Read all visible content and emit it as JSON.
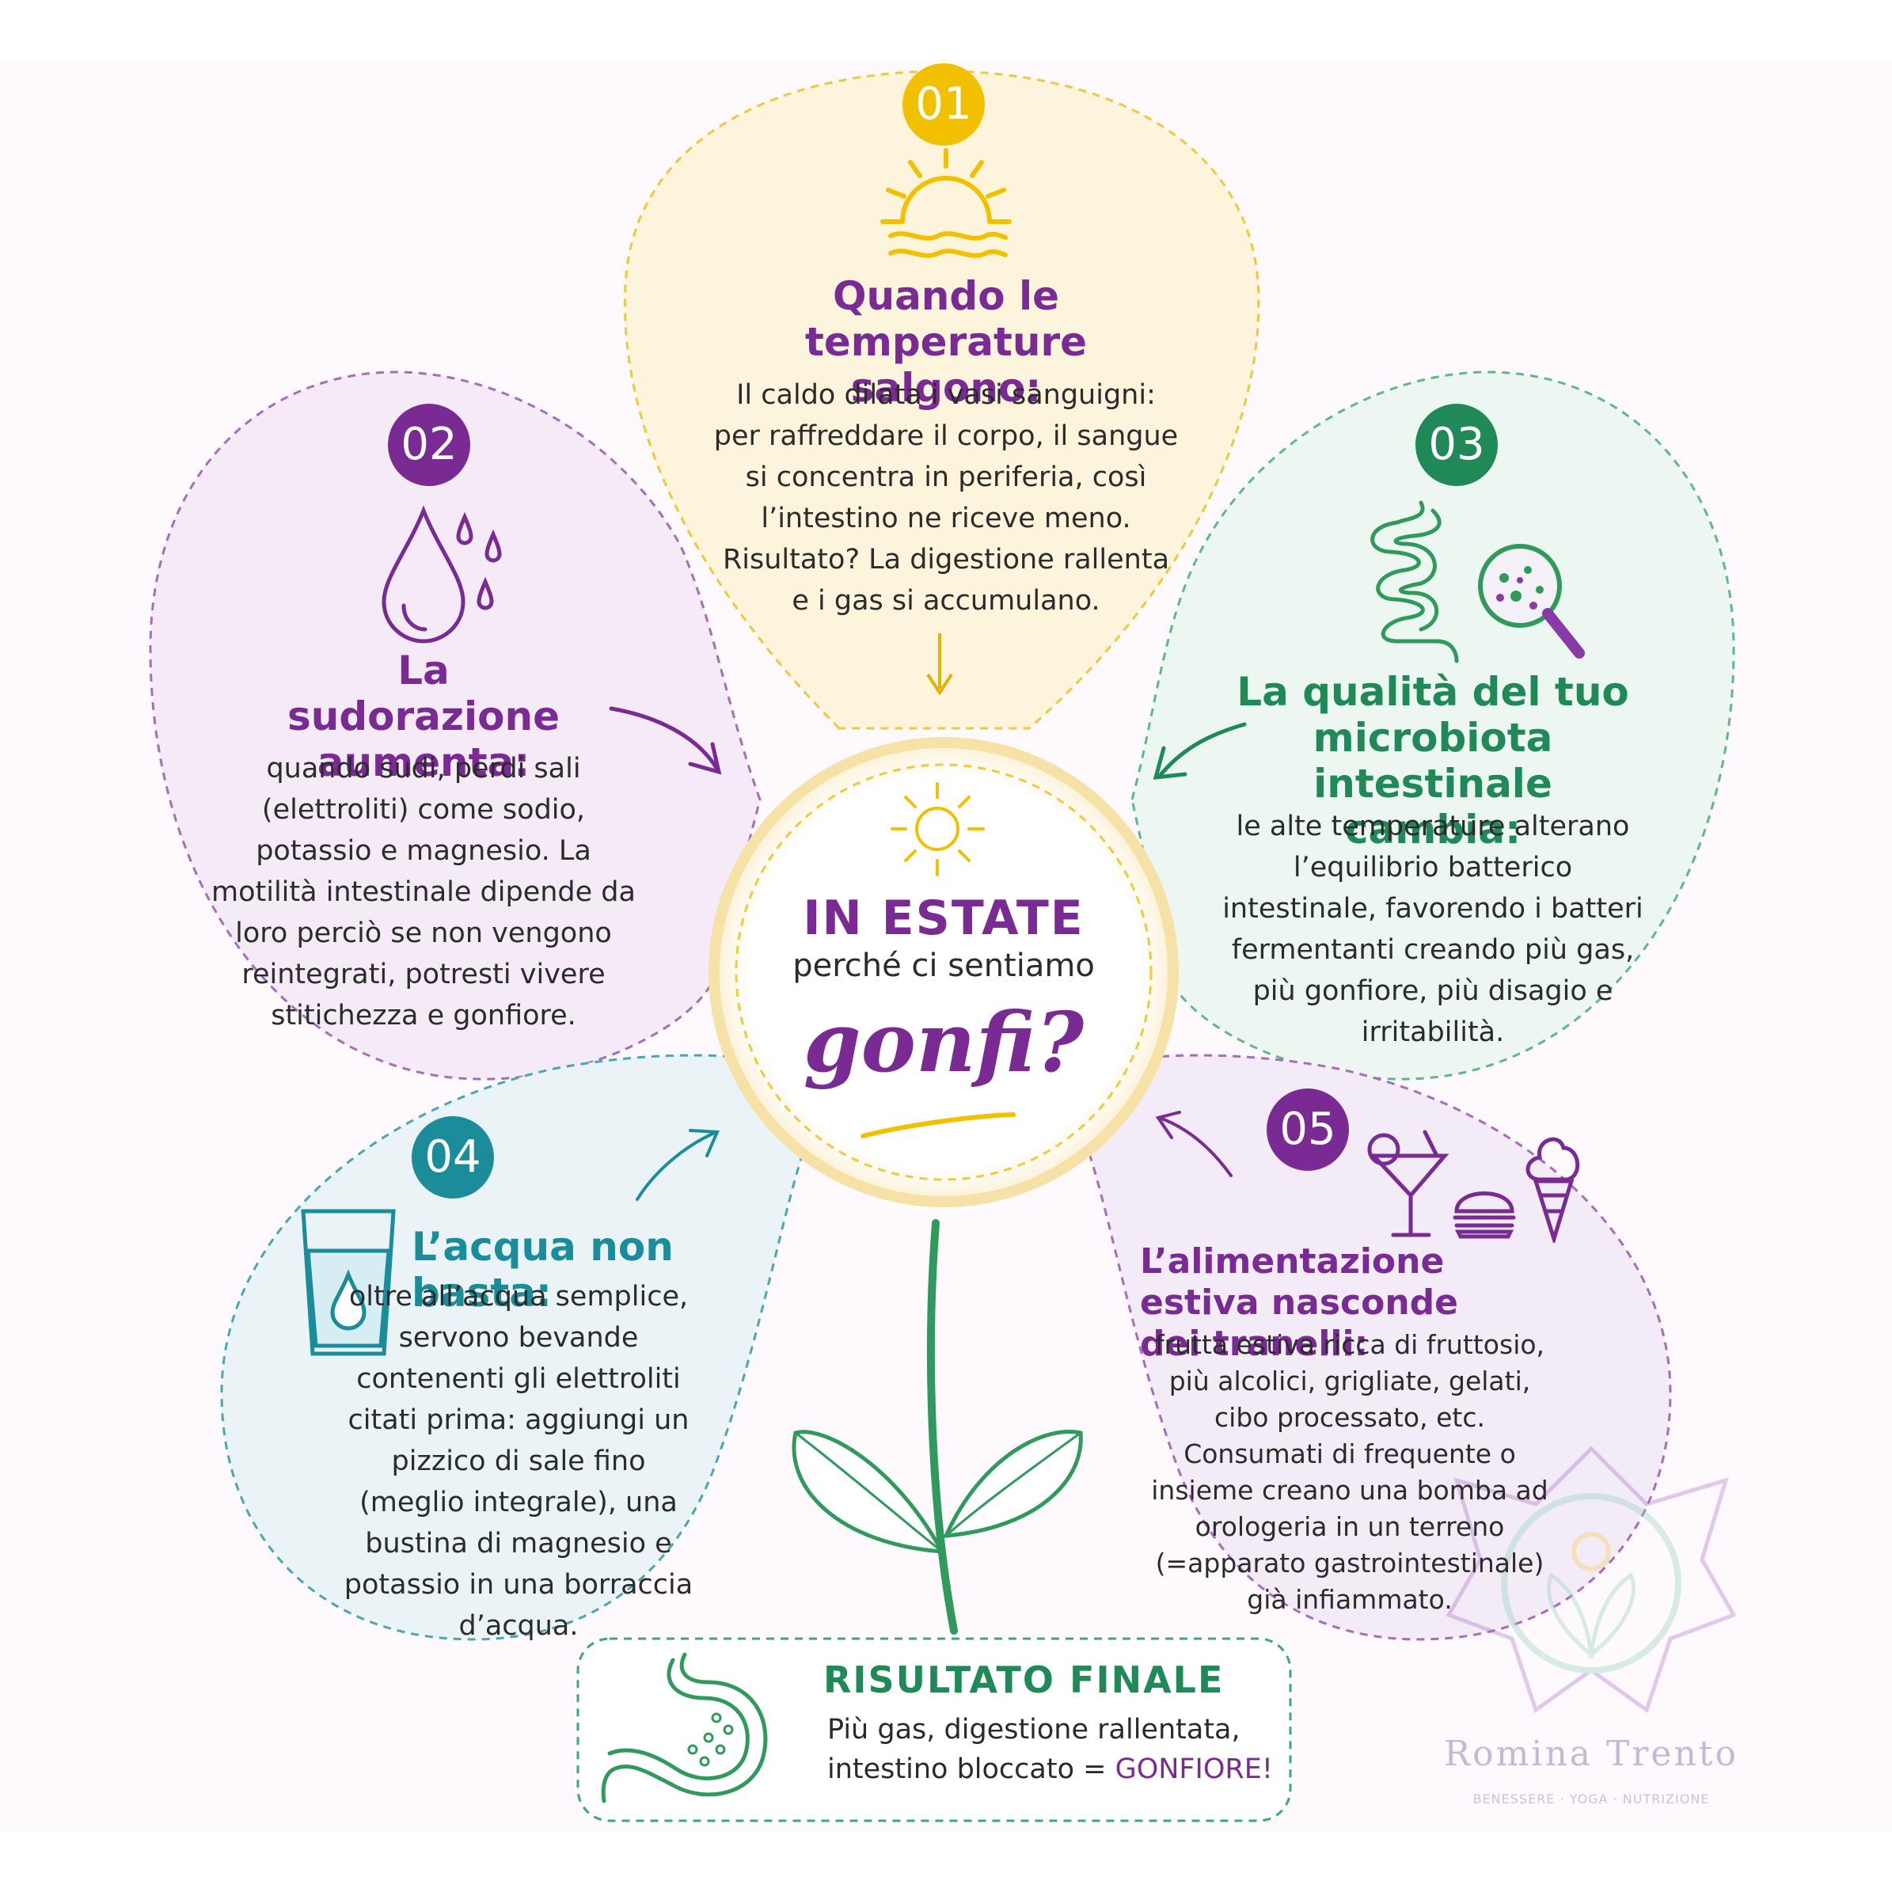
{
  "center": {
    "line1": "IN ESTATE",
    "line2": "perché ci sentiamo",
    "line3": "gonfi?"
  },
  "petals": [
    {
      "number": "01",
      "title": "Quando le temperature salgono:",
      "body": "Il caldo dilata i vasi sanguigni: per raffreddare il corpo, il sangue si concentra in periferia, così l’intestino ne riceve meno. Risultato? La digestione rallenta e i gas si accumulano.",
      "icon": "sun-over-waves-icon"
    },
    {
      "number": "02",
      "title": "La sudorazione aumenta:",
      "body": "quando sudi, perdi sali (elettroliti) come sodio, potassio e magnesio. La motilità intestinale dipende da loro perciò se non vengono reintegrati, potresti vivere stitichezza e gonfiore.",
      "icon": "water-drops-icon"
    },
    {
      "number": "03",
      "title": "La qualità del tuo microbiota intestinale cambia:",
      "body": "le alte temperature alterano l’equilibrio batterico intestinale, favorendo i batteri fermentanti creando più gas, più gonfiore, più disagio e irritabilità.",
      "icon": "intestine-magnifier-icon"
    },
    {
      "number": "04",
      "title": "L’acqua non basta:",
      "body": "oltre all’acqua semplice, servono bevande contenenti gli elettroliti citati prima: aggiungi un pizzico di sale fino (meglio integrale), una bustina di magnesio e potassio in una borraccia d’acqua.",
      "icon": "water-glass-icon"
    },
    {
      "number": "05",
      "title": "L’alimentazione estiva nasconde dei tranelli:",
      "body": "frutta estiva ricca di fruttosio, più alcolici, grigliate, gelati, cibo processato, etc. Consumati di frequente o insieme creano una bomba ad orologeria in un terreno (=apparato gastrointestinale) già infiammato.",
      "icon": "cocktail-burger-icecream-icon"
    }
  ],
  "result": {
    "title": "RISULTATO FINALE",
    "line1": "Più gas, digestione rallentata,",
    "line2_prefix": "intestino bloccato = ",
    "line2_highlight": "GONFIORE!",
    "icon": "stomach-icon"
  },
  "watermark": {
    "name": "Romina Trento",
    "tagline": "BENESSERE · YOGA · NUTRIZIONE"
  },
  "colors": {
    "yellow": "#f2c200",
    "purple": "#7a2b93",
    "green": "#1f8a57",
    "teal": "#1a8c9a"
  }
}
